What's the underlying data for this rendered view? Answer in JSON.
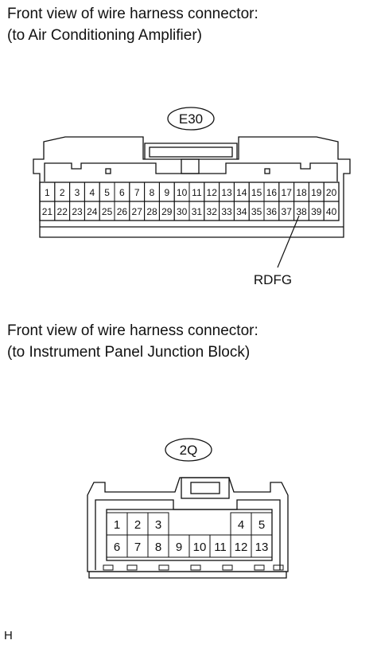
{
  "captions": [
    {
      "line1": "Front view of wire harness connector:",
      "line2": "(to Air Conditioning Amplifier)"
    },
    {
      "line1": "Front view of wire harness connector:",
      "line2": "(to Instrument Panel Junction Block)"
    }
  ],
  "connector_e30": {
    "code": "E30",
    "row1": [
      "1",
      "2",
      "3",
      "4",
      "5",
      "6",
      "7",
      "8",
      "9",
      "10",
      "11",
      "12",
      "13",
      "14",
      "15",
      "16",
      "17",
      "18",
      "19",
      "20"
    ],
    "row2": [
      "21",
      "22",
      "23",
      "24",
      "25",
      "26",
      "27",
      "28",
      "29",
      "30",
      "31",
      "32",
      "33",
      "34",
      "35",
      "36",
      "37",
      "38",
      "39",
      "40"
    ],
    "signal_label": "RDFG",
    "signal_pin": "38"
  },
  "connector_2q": {
    "code": "2Q",
    "row1": [
      "1",
      "2",
      "3",
      "",
      "",
      "",
      "",
      "4",
      "5"
    ],
    "row2": [
      "6",
      "7",
      "8",
      "9",
      "10",
      "11",
      "12",
      "13"
    ]
  },
  "footer": "H"
}
